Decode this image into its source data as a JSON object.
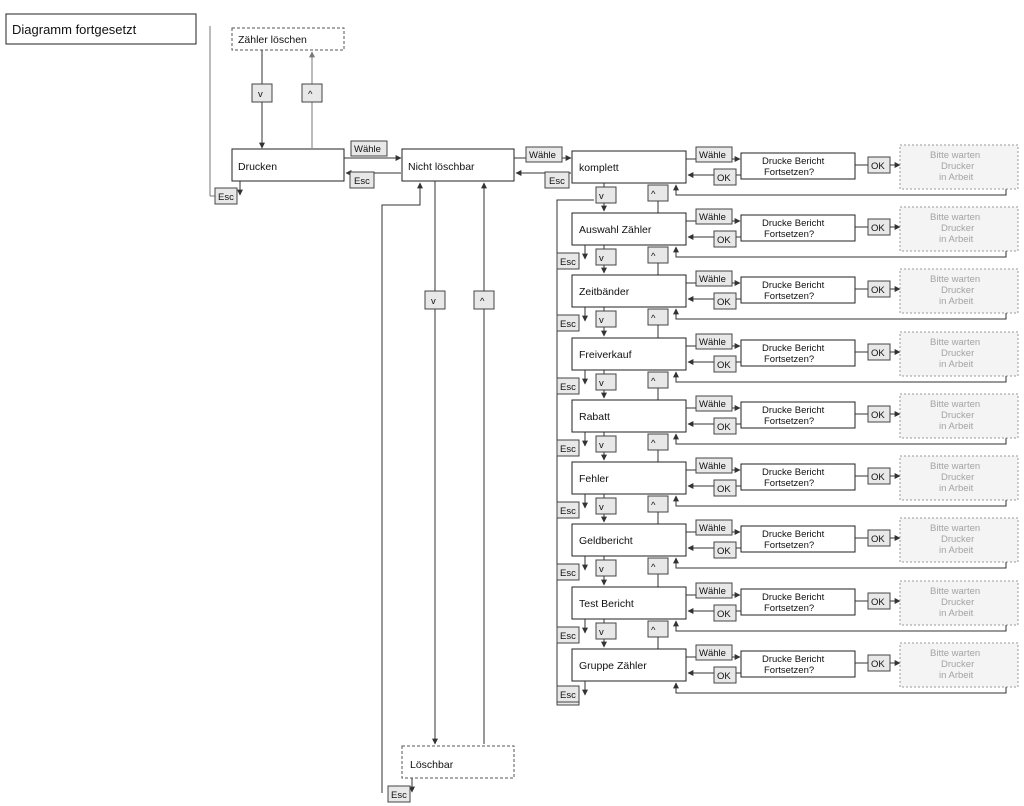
{
  "title": "Diagramm fortgesetzt",
  "nodes": {
    "zaehler_loeschen": "Zähler löschen",
    "drucken": "Drucken",
    "nicht_loeschbar": "Nicht löschbar",
    "loeschbar": "Löschbar"
  },
  "keys": {
    "select": "Wähle",
    "escape": "Esc",
    "down": "v",
    "up": "^",
    "ok": "OK"
  },
  "prompt": {
    "line1": "Drucke Bericht",
    "line2": "Fortsetzen?"
  },
  "wait": {
    "line1": "Bitte warten",
    "line2": "Drucker",
    "line3": "in Arbeit"
  },
  "report_items": [
    "komplett",
    "Auswahl Zähler",
    "Zeitbänder",
    "Freiverkauf",
    "Rabatt",
    "Fehler",
    "Geldbericht",
    "Test Bericht",
    "Gruppe Zähler"
  ]
}
